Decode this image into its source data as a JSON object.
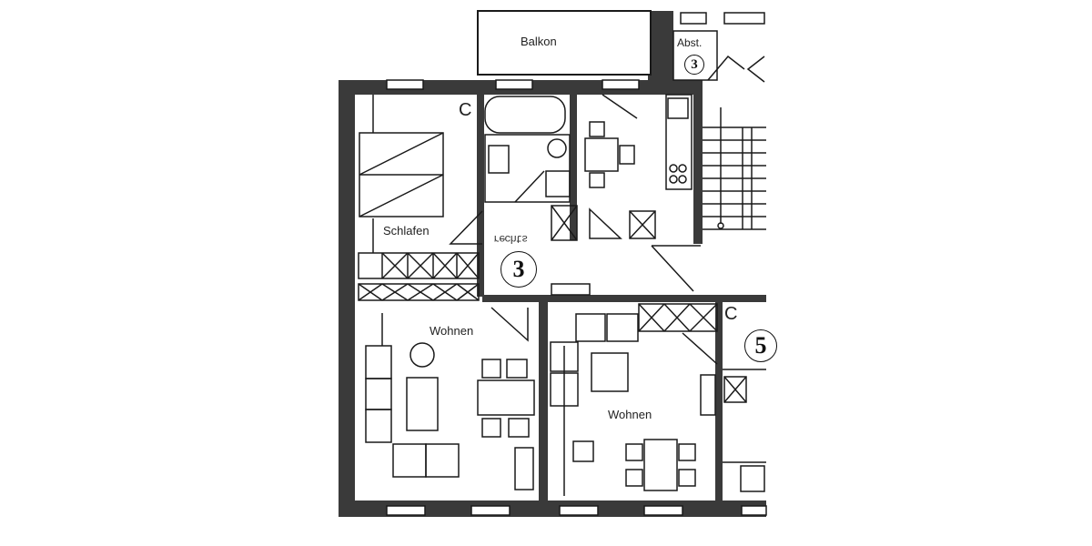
{
  "plan": {
    "type": "apartment-floor-plan",
    "colors": {
      "wall": "#3a3a3a",
      "line": "#1a1a1a",
      "paper": "#ffffff"
    },
    "rooms": [
      {
        "id": "balkon",
        "label": "Balkon"
      },
      {
        "id": "abst",
        "label": "Abst.",
        "unit_number": "3"
      },
      {
        "id": "schlafen",
        "label": "Schlafen"
      },
      {
        "id": "flur",
        "label": "",
        "unit_number": "3",
        "handwritten": "rechts"
      },
      {
        "id": "wohnen-left",
        "label": "Wohnen"
      },
      {
        "id": "wohnen-right",
        "label": "Wohnen"
      },
      {
        "id": "neighbor",
        "label": "",
        "unit_number": "5"
      }
    ],
    "symbols": {
      "closet_mark": "C"
    }
  }
}
